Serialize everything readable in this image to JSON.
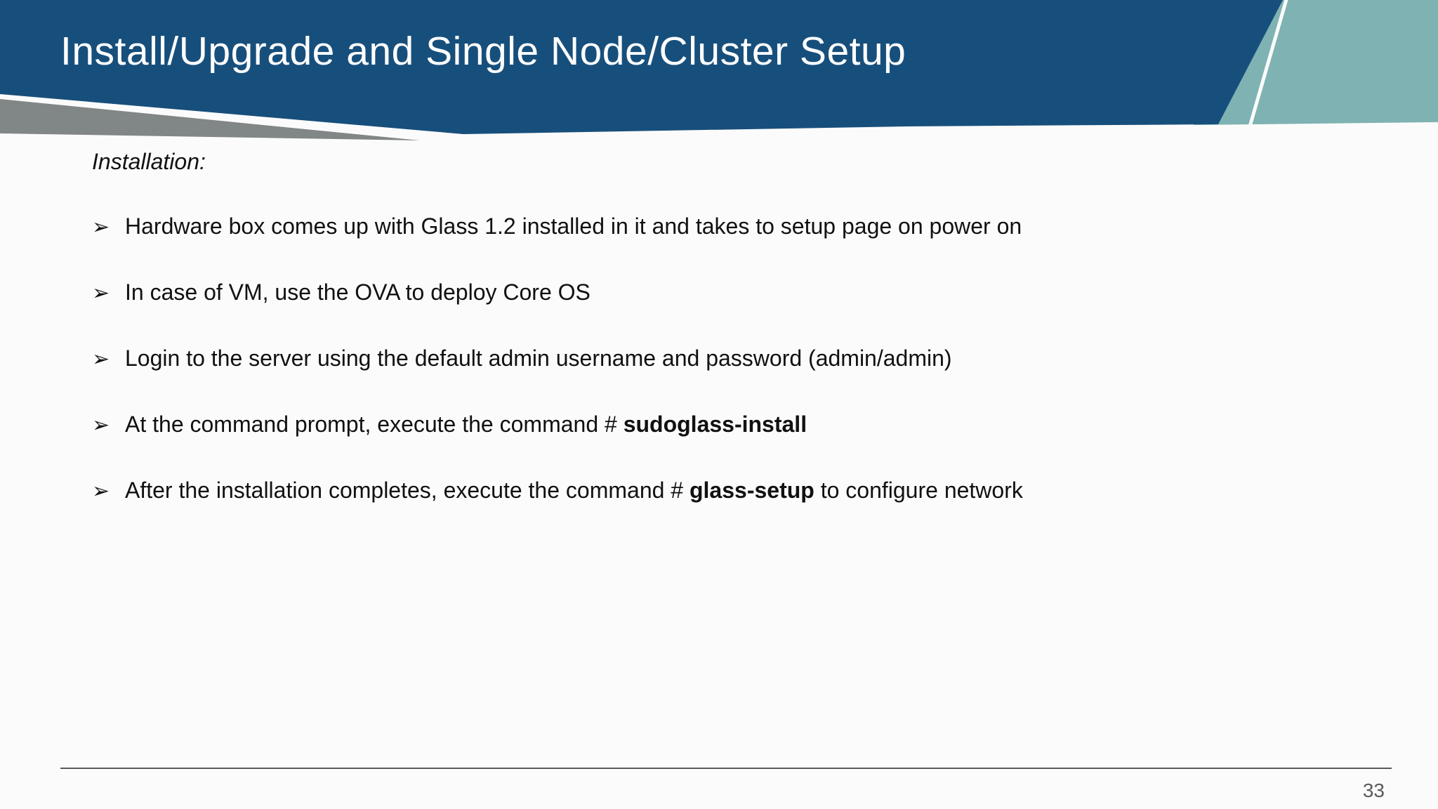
{
  "slide": {
    "title": "Install/Upgrade and Single Node/Cluster Setup",
    "section_heading": "Installation:",
    "bullet_glyph": "➢",
    "bullets": [
      {
        "pre": "Hardware box comes up with Glass 1.2 installed in it and takes to setup page on power on",
        "bold": "",
        "post": ""
      },
      {
        "pre": "In case of VM, use the OVA to deploy Core OS",
        "bold": "",
        "post": ""
      },
      {
        "pre": "Login to the server using the default admin username and password (admin/admin)",
        "bold": "",
        "post": ""
      },
      {
        "pre": "At the command prompt, execute the command # ",
        "bold": "sudoglass-install",
        "post": ""
      },
      {
        "pre": "After the installation completes, execute the command # ",
        "bold": "glass-setup",
        "post": " to configure network"
      }
    ],
    "page_number": "33",
    "colors": {
      "header_blue": "#174F7C",
      "accent_teal": "#7FB2B2",
      "accent_gray": "#818686",
      "diagonal_line_white": "#F8FCFB",
      "footer_line": "#595959",
      "page_number_gray": "#5A5A5A"
    }
  }
}
